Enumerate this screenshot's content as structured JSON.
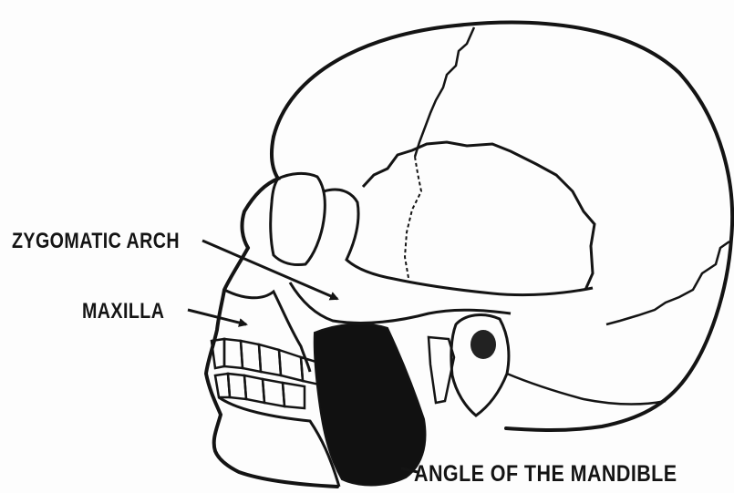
{
  "figure": {
    "labels": {
      "zygomatic_arch": "ZYGOMATIC ARCH",
      "maxilla": "MAXILLA",
      "angle_of_mandible": "ANGLE OF THE MANDIBLE"
    },
    "colors": {
      "ink": "#141414",
      "paper": "#fdfdfd",
      "muscle_fill": "#111111"
    }
  }
}
